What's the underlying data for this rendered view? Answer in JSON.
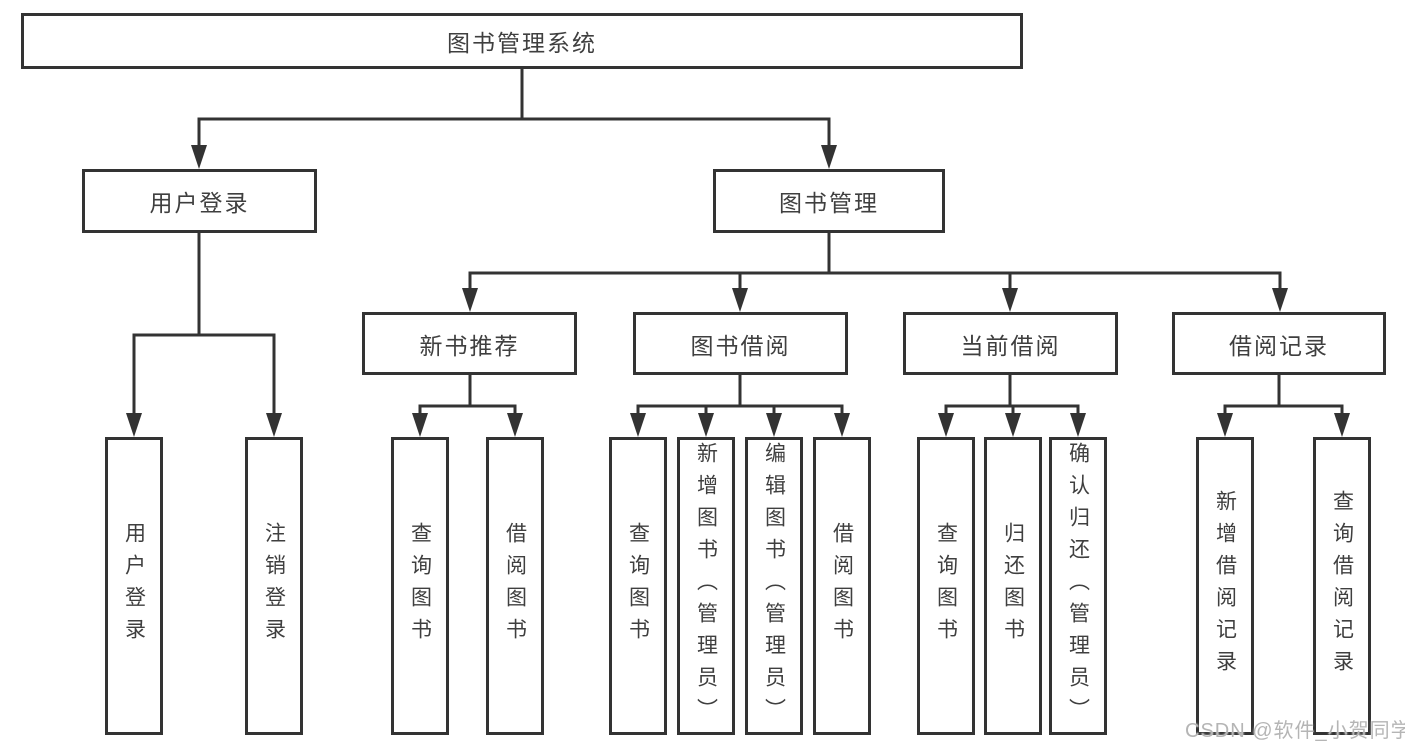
{
  "colors": {
    "line": "#333333",
    "text": "#3f3f3f",
    "watermark": "#b5b5b5",
    "background": "#ffffff"
  },
  "tree": {
    "root": {
      "label": "图书管理系统",
      "children": [
        {
          "label": "用户登录",
          "children": [
            {
              "label": "用户登录"
            },
            {
              "label": "注销登录"
            }
          ]
        },
        {
          "label": "图书管理",
          "children": [
            {
              "label": "新书推荐",
              "children": [
                {
                  "label": "查询图书"
                },
                {
                  "label": "借阅图书"
                }
              ]
            },
            {
              "label": "图书借阅",
              "children": [
                {
                  "label": "查询图书"
                },
                {
                  "label": "新增图书（管理员）"
                },
                {
                  "label": "编辑图书（管理员）"
                },
                {
                  "label": "借阅图书"
                }
              ]
            },
            {
              "label": "当前借阅",
              "children": [
                {
                  "label": "查询图书"
                },
                {
                  "label": "归还图书"
                },
                {
                  "label": "确认归还（管理员）"
                }
              ]
            },
            {
              "label": "借阅记录",
              "children": [
                {
                  "label": "新增借阅记录"
                },
                {
                  "label": "查询借阅记录"
                }
              ]
            }
          ]
        }
      ]
    }
  },
  "watermark": "CSDN @软件_小贺同学"
}
